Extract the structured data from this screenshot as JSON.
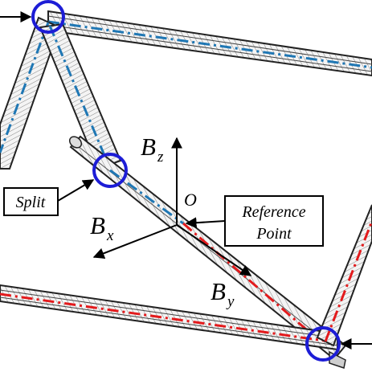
{
  "labels": {
    "bz_main": "B",
    "bz_sub": "z",
    "bx_main": "B",
    "bx_sub": "x",
    "by_main": "B",
    "by_sub": "y",
    "origin": "O",
    "split": "Split",
    "reference_line1": "Reference",
    "reference_line2": "Point"
  },
  "colors": {
    "tube_stroke": "#222222",
    "tube_fill": "#f2f2f2",
    "blue_centerline": "#1f77b4",
    "red_centerline": "#e31a1c",
    "joint_circle": "#1d1dd6",
    "annotation": "#000000"
  }
}
